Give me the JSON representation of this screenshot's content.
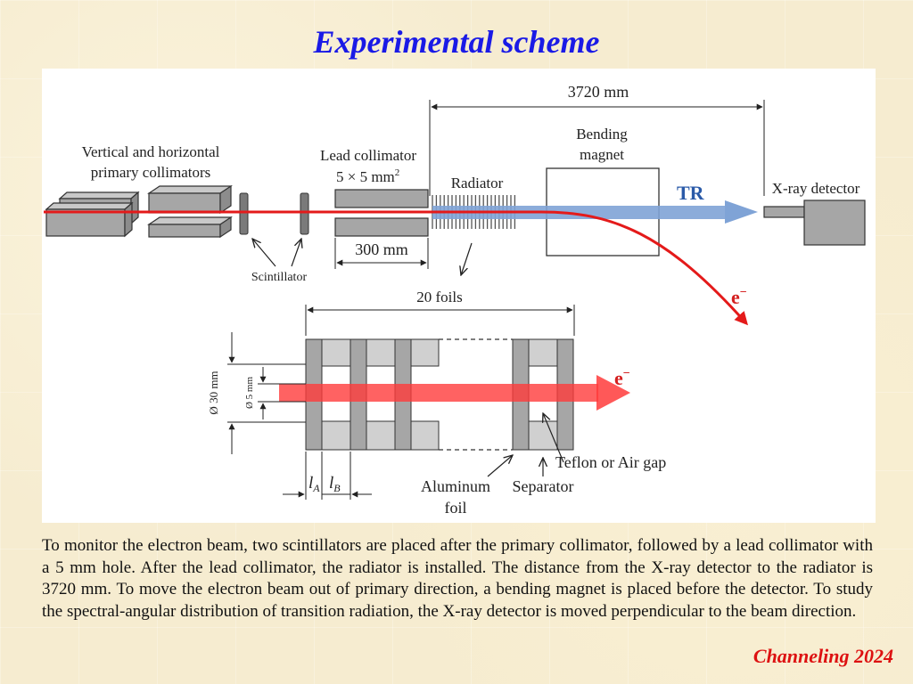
{
  "slide": {
    "title": "Experimental scheme",
    "footer": "Channeling 2024",
    "caption": "To monitor the electron beam, two scintillators are placed after the primary collimator, followed by a lead collimator with a 5 mm hole. After the lead collimator, the radiator is installed. The distance from the X-ray detector to the radiator is 3720 mm. To move the electron beam out of primary direction, a bending magnet is placed before the detector. To study the spectral-angular distribution of transition radiation, the X-ray detector is moved perpendicular to the beam direction."
  },
  "diagram": {
    "labels": {
      "primary_collimators_line1": "Vertical and horizontal",
      "primary_collimators_line2": "primary collimators",
      "lead_collimator_line1": "Lead collimator",
      "lead_collimator_line2": "5 × 5 mm",
      "lead_collimator_sup": "2",
      "radiator": "Radiator",
      "bending_magnet_line1": "Bending",
      "bending_magnet_line2": "magnet",
      "xray_detector": "X-ray detector",
      "tr_beam": "TR",
      "electron_upper": "e",
      "electron_lower": "e",
      "electron_sup": "−",
      "scintillator": "Scintillator",
      "distance_top": "3720 mm",
      "distance_collimator": "300 mm",
      "foils_count": "20 foils",
      "diameter_30": "Ø 30 mm",
      "diameter_5": "Ø 5 mm",
      "teflon_gap": "Teflon or Air gap",
      "aluminum_foil_line1": "Aluminum",
      "aluminum_foil_line2": "foil",
      "separator": "Separator",
      "la_main": "l",
      "la_sub": "A",
      "lb_main": "l",
      "lb_sub": "B"
    },
    "colors": {
      "electron_beam": "#e41a1a",
      "tr_beam": "#7fa3d6",
      "component_gray": "#a6a6a6",
      "component_outline": "#333333",
      "tr_label": "#2a5aa8",
      "electron_label": "#d42020"
    }
  }
}
